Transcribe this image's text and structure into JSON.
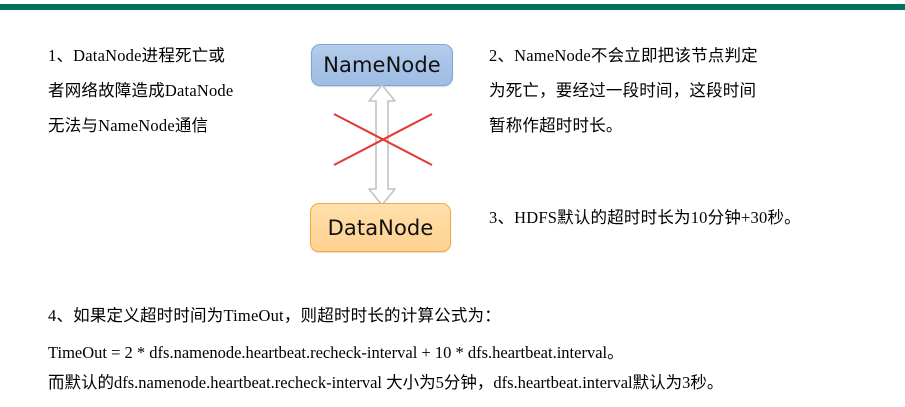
{
  "theme": {
    "accent_bar_color": "#00715a",
    "namenode_fill": "#a6c2e6",
    "namenode_border": "#7fa5d4",
    "datanode_fill": "#ffd79b",
    "datanode_border": "#f0ab3c",
    "arrow_fill": "#ffffff",
    "arrow_border": "#bfbfbf",
    "cross_color": "#e23b33",
    "text_color": "#000000"
  },
  "notes": {
    "item1": {
      "line1": "1、DataNode进程死亡或",
      "line2": "者网络故障造成DataNode",
      "line3": "无法与NameNode通信"
    },
    "item2": {
      "line1": "2、NameNode不会立即把该节点判定",
      "line2": "为死亡，要经过一段时间，这段时间",
      "line3": "暂称作超时时长。"
    },
    "item3": {
      "line1": "3、HDFS默认的超时时长为10分钟+30秒。"
    },
    "item4": {
      "line1": "4、如果定义超时时间为TimeOut，则超时时长的计算公式为："
    }
  },
  "formula": {
    "line1": "TimeOut  = 2 * dfs.namenode.heartbeat.recheck-interval + 10 * dfs.heartbeat.interval。",
    "line2": "而默认的dfs.namenode.heartbeat.recheck-interval 大小为5分钟，dfs.heartbeat.interval默认为3秒。"
  },
  "diagram": {
    "namenode_label": "NameNode",
    "datanode_label": "DataNode",
    "connector": "double-headed-vertical-arrow",
    "connector_state": "broken",
    "break_marker": "red-cross"
  }
}
